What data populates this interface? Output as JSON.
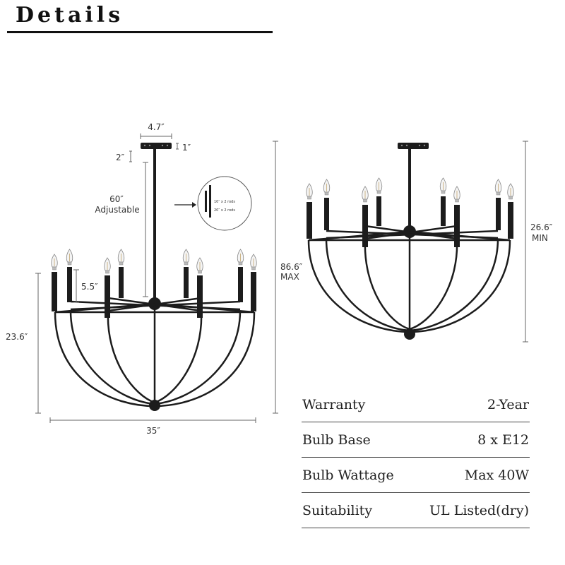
{
  "header": {
    "title": "Details"
  },
  "extended": {
    "canopy_width": "4.7″",
    "canopy_height": "1″",
    "canopy_drop": "2″",
    "rod_length": "60″",
    "rod_note": "Adjustable",
    "candle_height": "5.5″",
    "body_height": "23.6″",
    "body_width": "35″",
    "overall_max": "86.6″",
    "overall_max_label": "MAX",
    "rods_line1": "10″ x 2 rods",
    "rods_line2": "20″ x 2 rods"
  },
  "compact": {
    "overall_min": "26.6″",
    "overall_min_label": "MIN"
  },
  "specs": [
    {
      "label": "Warranty",
      "value": "2-Year"
    },
    {
      "label": "Bulb Base",
      "value": "8 x E12"
    },
    {
      "label": "Bulb Wattage",
      "value": "Max 40W"
    },
    {
      "label": "Suitability",
      "value": "UL Listed(dry)"
    }
  ]
}
